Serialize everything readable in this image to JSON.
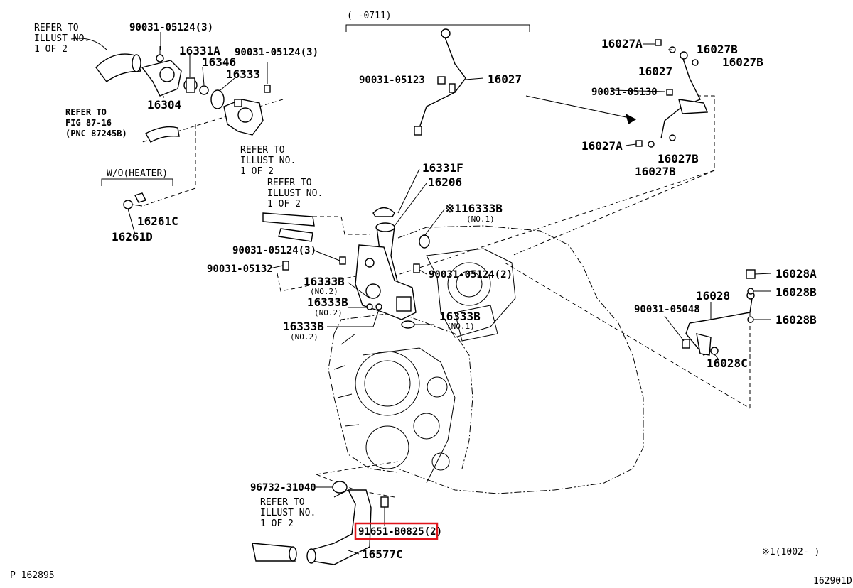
{
  "labels": {
    "ref_top_left": [
      "REFER TO",
      "ILLUST NO.",
      "1 OF 2"
    ],
    "bolt_a": "90031-05124(3)",
    "p16331a": "16331A",
    "p16346": "16346",
    "bolt_b": "90031-05124(3)",
    "p16333": "16333",
    "p16304": "16304",
    "ref_fig": [
      "REFER TO",
      "FIG 87-16",
      "(PNC 87245B)"
    ],
    "wo_heater": "W/O(HEATER)",
    "p16261c": "16261C",
    "p16261d": "16261D",
    "ref_mid1": [
      "REFER TO",
      "ILLUST NO.",
      "1 OF 2"
    ],
    "ref_mid2": [
      "REFER TO",
      "ILLUST NO.",
      "1 OF 2"
    ],
    "bracket_top": "(    -0711)",
    "bolt_c": "90031-05123",
    "p16027": "16027",
    "p16027a_1": "16027A",
    "p16027b_1": "16027B",
    "p16027_2": "16027",
    "p16027b_2": "16027B",
    "bolt_d": "90031-05130",
    "p16027a_2": "16027A",
    "p16027b_3": "16027B",
    "p16027b_4": "16027B",
    "p16331f": "16331F",
    "p16206": "16206",
    "p16333b_star": "※116333B",
    "no1_a": "(NO.1)",
    "bolt_e": "90031-05124(3)",
    "bolt_f": "90031-05132",
    "bolt_g": "90031-05124(2)",
    "p16333b_1": "16333B",
    "no2_a": "(NO.2)",
    "p16333b_2": "16333B",
    "no2_b": "(NO.2)",
    "p16333b_3": "16333B",
    "no1_b": "(NO.1)",
    "p16333b_4": "16333B",
    "no2_c": "(NO.2)",
    "p16028a": "16028A",
    "p16028": "16028",
    "p16028b_1": "16028B",
    "bolt_h": "90031-05048",
    "p16028b_2": "16028B",
    "p16028c": "16028C",
    "gasket": "96732-31040",
    "ref_bottom": [
      "REFER TO",
      "ILLUST NO.",
      "1 OF 2"
    ],
    "bolt_hl": "91651-B0825(2)",
    "p16577c": "16577C",
    "star_note": "※1(1002-    )",
    "page_left": "P 162895",
    "page_right": "162901D"
  },
  "colors": {
    "highlight": "#e0151b",
    "ink": "#000000",
    "paper": "#ffffff"
  }
}
